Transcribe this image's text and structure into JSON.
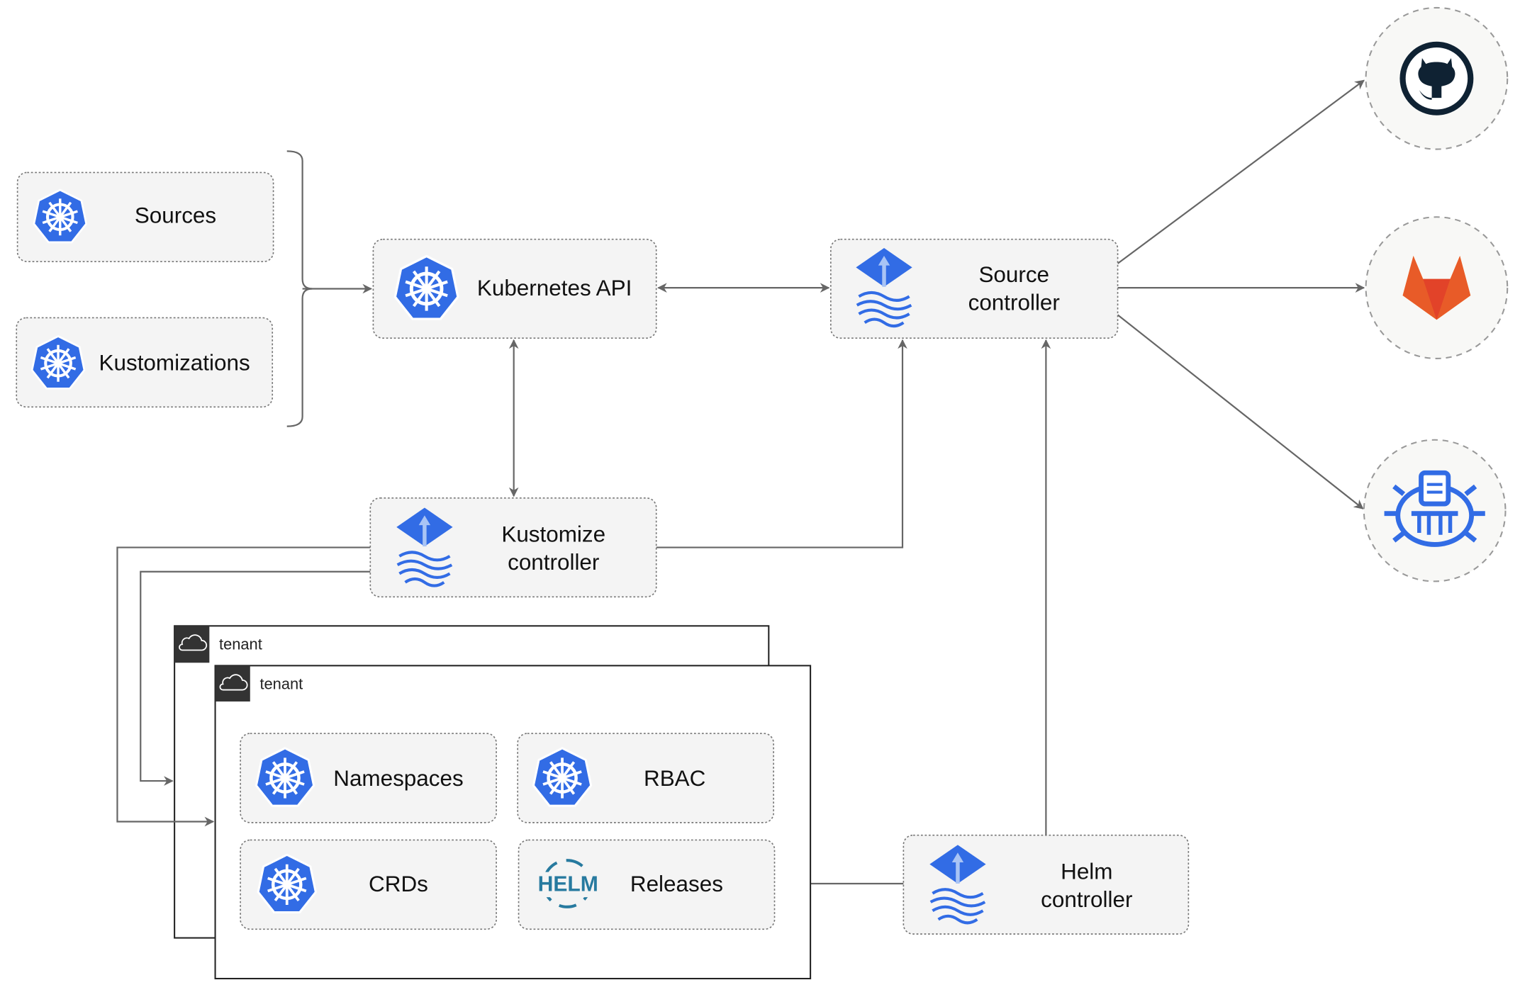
{
  "nodes": {
    "sources": "Sources",
    "kustomizations": "Kustomizations",
    "kubernetes_api": "Kubernetes API",
    "source_controller": [
      "Source",
      "controller"
    ],
    "kustomize_controller": [
      "Kustomize",
      "controller"
    ],
    "helm_controller": [
      "Helm",
      "controller"
    ],
    "namespaces": "Namespaces",
    "rbac": "RBAC",
    "crds": "CRDs",
    "releases": "Releases",
    "helm_logo_text": "HELM"
  },
  "tenants": [
    "tenant",
    "tenant"
  ],
  "external_sources": [
    "github-icon",
    "gitlab-icon",
    "bucket-icon"
  ],
  "colors": {
    "k8s_blue": "#326ce5",
    "github": "#0f2233",
    "gitlab_orange": "#e24329",
    "gitlab_light": "#fca326",
    "helm": "#277a9f",
    "edge": "#666666"
  }
}
